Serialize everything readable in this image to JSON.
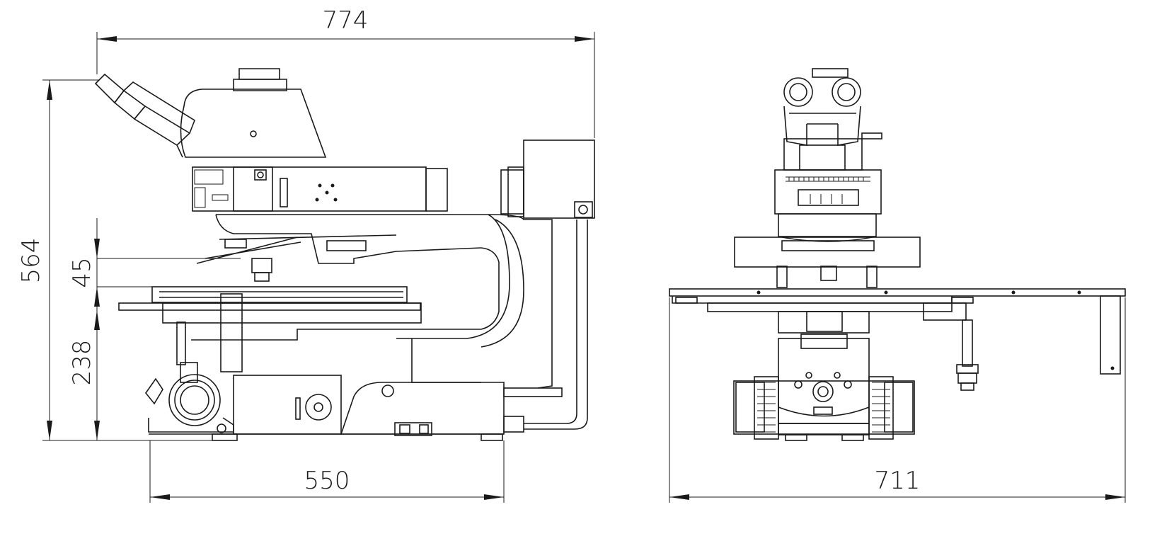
{
  "colors": {
    "line": "#1a1a1a",
    "background": "#ffffff"
  },
  "dimensions": {
    "side_total_width": "774",
    "side_total_height": "564",
    "working_distance": "45",
    "stage_height": "238",
    "base_depth": "550",
    "front_total_width": "711"
  }
}
